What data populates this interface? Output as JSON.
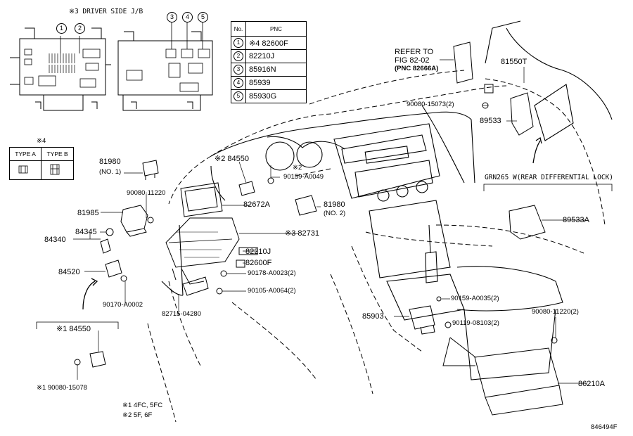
{
  "header": {
    "junction_box_title": "※3 DRIVER SIDE J/B",
    "type_marker": "※4"
  },
  "jb_callouts": [
    "1",
    "2",
    "3",
    "4",
    "5"
  ],
  "pnc_table": {
    "col_no": "No.",
    "col_pnc": "PNC",
    "rows": [
      {
        "no": "1",
        "pnc": "※4 82600F"
      },
      {
        "no": "2",
        "pnc": "82210J"
      },
      {
        "no": "3",
        "pnc": "85916N"
      },
      {
        "no": "4",
        "pnc": "85939"
      },
      {
        "no": "5",
        "pnc": "85930G"
      }
    ]
  },
  "type_table": {
    "type_a": "TYPE A",
    "type_b": "TYPE B"
  },
  "labels": {
    "refer_to": "REFER TO",
    "fig": "FIG 82-02",
    "pnc_ref": "(PNC 82666A)",
    "p81550T": "81550T",
    "p90080_15073": "90080-15073(2)",
    "p89533": "89533",
    "grn_title": "GRN265 W(REAR DIFFERENTIAL LOCK)",
    "p89533A": "89533A",
    "p81980_1": "81980",
    "p81980_1_no": "(NO. 1)",
    "p84550_top": "※2 84550",
    "p90159_A0049_mark": "※2",
    "p90159_A0049": "90159-A0049",
    "p90080_11220": "90080-11220",
    "p82672A": "82672A",
    "p81980_2": "81980",
    "p81980_2_no": "(NO. 2)",
    "p81985": "81985",
    "p84345": "84345",
    "p84340": "84340",
    "p82731": "※3 82731",
    "p82210J": "82210J",
    "p82600F": "82600F",
    "p84520": "84520",
    "p90178": "90178-A0023(2)",
    "p90105": "90105-A0064(2)",
    "p90170": "90170-A0002",
    "p82715": "82715-04280",
    "p90159_A0035": "90159-A0035(2)",
    "p85903": "85903",
    "p90080_11220_2": "90080-11220(2)",
    "p90119": "90119-08103(2)",
    "p86210A": "86210A",
    "p84550_bottom": "※1 84550",
    "p90080_15078": "※1 90080-15078"
  },
  "notes": {
    "note1": "※1  4FC, 5FC",
    "note2": "※2  5F, 6F"
  },
  "figure_id": "846494F"
}
